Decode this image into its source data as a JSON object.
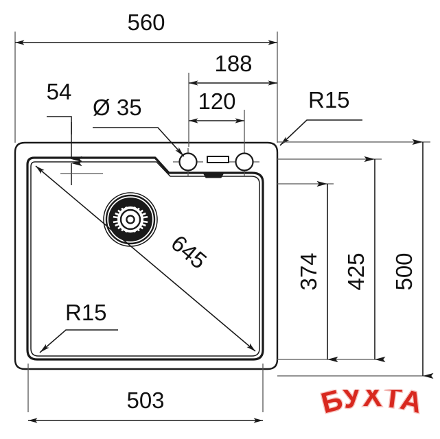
{
  "drawing": {
    "title": "Kitchen sink technical drawing",
    "units": "mm",
    "line_color": "#1a1a1a",
    "thin_line_color": "#555555",
    "dimensions": {
      "overall_width": "560",
      "overall_height": "500",
      "bowl_width": "503",
      "bowl_diagonal": "645",
      "hole_diameter": "Ø 35",
      "ledge_offset": "54",
      "hole_edge_distance": "188",
      "hole_spacing": "120",
      "bowl_height": "425",
      "bowl_inner_height": "374",
      "corner_radius_top": "R15",
      "corner_radius_bottom": "R15"
    }
  },
  "watermark": {
    "text": "БУХТА",
    "fill_color": "#d8281f",
    "stroke_color": "#f4b7b3"
  }
}
